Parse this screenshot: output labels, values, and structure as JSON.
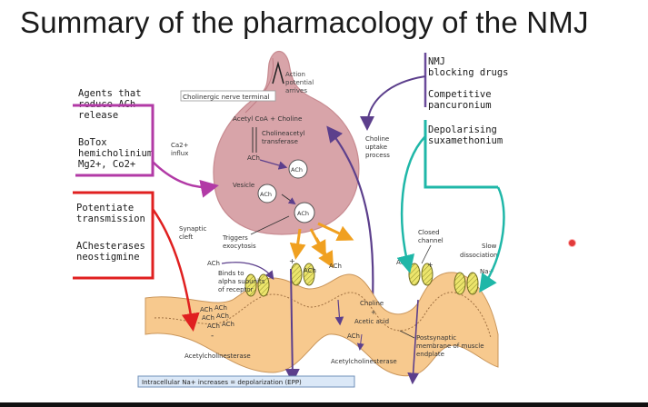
{
  "title": "Summary of the pharmacology of the NMJ",
  "left_panel": {
    "reduce_heading": [
      "Agents that",
      "reduce ACh",
      "release"
    ],
    "reduce_drugs": [
      "BoTox",
      "hemicholinium",
      "Mg2+, Co2+"
    ],
    "potentiate_heading": [
      "Potentiate",
      "transmission"
    ],
    "potentiate_drugs": [
      "AChesterases",
      "neostigmine"
    ]
  },
  "right_panel": {
    "blocking_heading": [
      "NMJ",
      "blocking drugs"
    ],
    "competitive": [
      "Competitive",
      "pancuronium"
    ],
    "depolarising": [
      "Depolarising",
      "suxamethonium"
    ]
  },
  "diagram": {
    "nerve_terminal": "Cholinergic nerve terminal",
    "action_potential": [
      "Action",
      "potential",
      "arrives"
    ],
    "acetyl_coa": "Acetyl CoA + Choline",
    "transferase": [
      "Cholineacetyl",
      "transferase"
    ],
    "ach": "ACh",
    "ca_influx": [
      "Ca2+",
      "influx"
    ],
    "vesicle": "Vesicle",
    "choline_uptake": [
      "Choline",
      "uptake",
      "process"
    ],
    "synaptic_cleft": [
      "Synaptic",
      "cleft"
    ],
    "triggers": [
      "Triggers",
      "exocytosis"
    ],
    "binds": [
      "Binds to",
      "alpha subunits",
      "of receptor"
    ],
    "closed_channel": [
      "Closed",
      "channel"
    ],
    "slow_dissociation": [
      "Slow",
      "dissociation"
    ],
    "na_plus": "Na+",
    "choline_acetic": [
      "Choline",
      "+",
      "Acetic acid"
    ],
    "postsynaptic": [
      "Postsynaptic",
      "membrane of muscle",
      "endplate"
    ],
    "acetylcholinesterase": "Acetylcholinesterase",
    "intracellular_box": "Intracellular Na+ increases = depolarization (EPP)",
    "plus": "+",
    "minus": "-"
  },
  "colors": {
    "magenta": "#b23aa6",
    "red": "#e02020",
    "teal": "#1fb7a8",
    "purple": "#6a4a9a",
    "orange": "#f0a020",
    "terminal_fill": "#d6a3a8",
    "membrane_fill": "#f7c98e",
    "receptor_fill": "#e9e46a"
  }
}
